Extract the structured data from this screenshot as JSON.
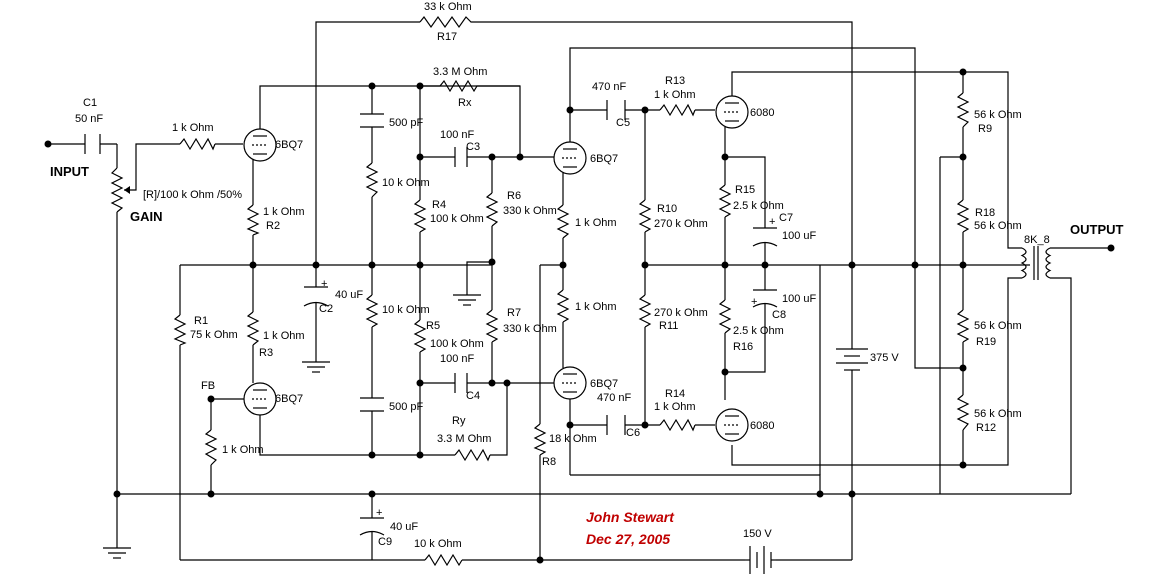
{
  "labels": {
    "input": "INPUT",
    "output": "OUTPUT",
    "gain": "GAIN",
    "fb": "FB",
    "pot": "[R]/100 k Ohm /50%"
  },
  "components": {
    "c1": {
      "name": "C1",
      "value": "50 nF"
    },
    "r_in": {
      "value": "1 k Ohm"
    },
    "v1_tube": "6BQ7",
    "r2": {
      "name": "R2",
      "value": "1 k Ohm"
    },
    "r1": {
      "name": "R1",
      "value": "75 k Ohm"
    },
    "r3": {
      "name": "R3",
      "value": "1 k Ohm"
    },
    "v2_tube": "6BQ7",
    "r_fb": {
      "value": "1 k Ohm"
    },
    "c2": {
      "name": "C2",
      "value": "40 uF"
    },
    "c_top": {
      "value": "500 pF"
    },
    "c_bot": {
      "value": "500 pF"
    },
    "r_div_top": {
      "value": "10 k Ohm"
    },
    "r_div_bot": {
      "value": "10 k Ohm"
    },
    "r4": {
      "name": "R4",
      "value": "100 k Ohm"
    },
    "r5": {
      "name": "R5",
      "value": "100 k Ohm"
    },
    "c3": {
      "name": "C3",
      "value": "100 nF"
    },
    "c4": {
      "name": "C4",
      "value": "100 nF"
    },
    "rx": {
      "name": "Rx",
      "value": "3.3 M Ohm"
    },
    "ry": {
      "name": "Ry",
      "value": "3.3 M Ohm"
    },
    "r6": {
      "name": "R6",
      "value": "330 k Ohm"
    },
    "r7": {
      "name": "R7",
      "value": "330 k Ohm"
    },
    "r17": {
      "name": "R17",
      "value": "33 k Ohm"
    },
    "v3_tube": "6BQ7",
    "v4_tube": "6BQ7",
    "r_v3k": {
      "value": "1 k Ohm"
    },
    "r_v4k": {
      "value": "1 k Ohm"
    },
    "r8": {
      "name": "R8",
      "value": "18 k Ohm"
    },
    "c5": {
      "name": "C5",
      "value": "470 nF"
    },
    "c6": {
      "name": "C6",
      "value": "470 nF"
    },
    "r13": {
      "name": "R13",
      "value": "1 k Ohm"
    },
    "r14": {
      "name": "R14",
      "value": "1 k Ohm"
    },
    "r10": {
      "name": "R10",
      "value": "270 k Ohm"
    },
    "r11": {
      "name": "R11",
      "value": "270 k Ohm"
    },
    "out_top_tube": "6080",
    "out_bot_tube": "6080",
    "r15": {
      "name": "R15",
      "value": "2.5 k Ohm"
    },
    "r16": {
      "name": "R16",
      "value": "2.5 k Ohm"
    },
    "c7": {
      "name": "C7",
      "value": "100 uF"
    },
    "c8": {
      "name": "C8",
      "value": "100 uF"
    },
    "b375": {
      "value": "375 V"
    },
    "b150": {
      "value": "150 V"
    },
    "r9": {
      "name": "R9",
      "value": "56 k Ohm"
    },
    "r18": {
      "name": "R18",
      "value": "56 k Ohm"
    },
    "r19": {
      "name": "R19",
      "value": "56 k Ohm"
    },
    "r12": {
      "name": "R12",
      "value": "56 k Ohm"
    },
    "xfmr": {
      "name": "8K_8"
    },
    "c9": {
      "name": "C9",
      "value": "40 uF"
    },
    "r_bot": {
      "value": "10 k Ohm"
    }
  },
  "signature": {
    "author": "John Stewart",
    "date": "Dec 27, 2005"
  }
}
